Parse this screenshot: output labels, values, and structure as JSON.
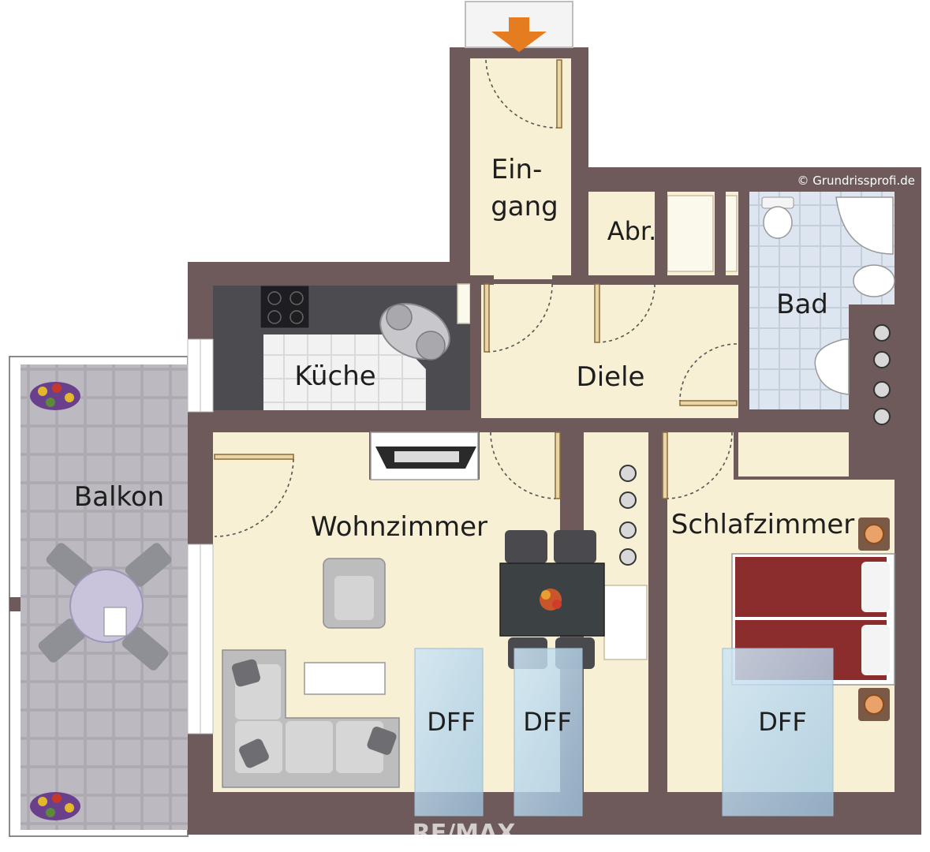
{
  "copyright": "© Grundrissprofi.de",
  "watermark": "RE/MAX",
  "rooms": {
    "eingang_line1": "Ein-",
    "eingang_line2": "gang",
    "abr": "Abr.",
    "bad": "Bad",
    "kueche": "Küche",
    "diele": "Diele",
    "balkon": "Balkon",
    "wohnzimmer": "Wohnzimmer",
    "schlafzimmer": "Schlafzimmer"
  },
  "windows": [
    "DFF",
    "DFF",
    "DFF"
  ],
  "colors": {
    "wall": "#6e5a5a",
    "floor": "#f7f0d4",
    "kitchen_floor": "#f1f1f1",
    "bath_floor": "#dfe8f2",
    "balcony_floor": "#b3b1b6",
    "entry_arrow": "#e57c20",
    "bed": "#8b2d2d"
  },
  "icons": [
    "entry-arrow-icon",
    "stove-icon",
    "sink-icon",
    "tv-icon",
    "armchair-icon",
    "sofa-icon",
    "dining-table-icon",
    "bed-icon",
    "toilet-icon",
    "bathtub-icon",
    "washbasin-icon",
    "flower-pot-icon",
    "patio-table-icon"
  ]
}
